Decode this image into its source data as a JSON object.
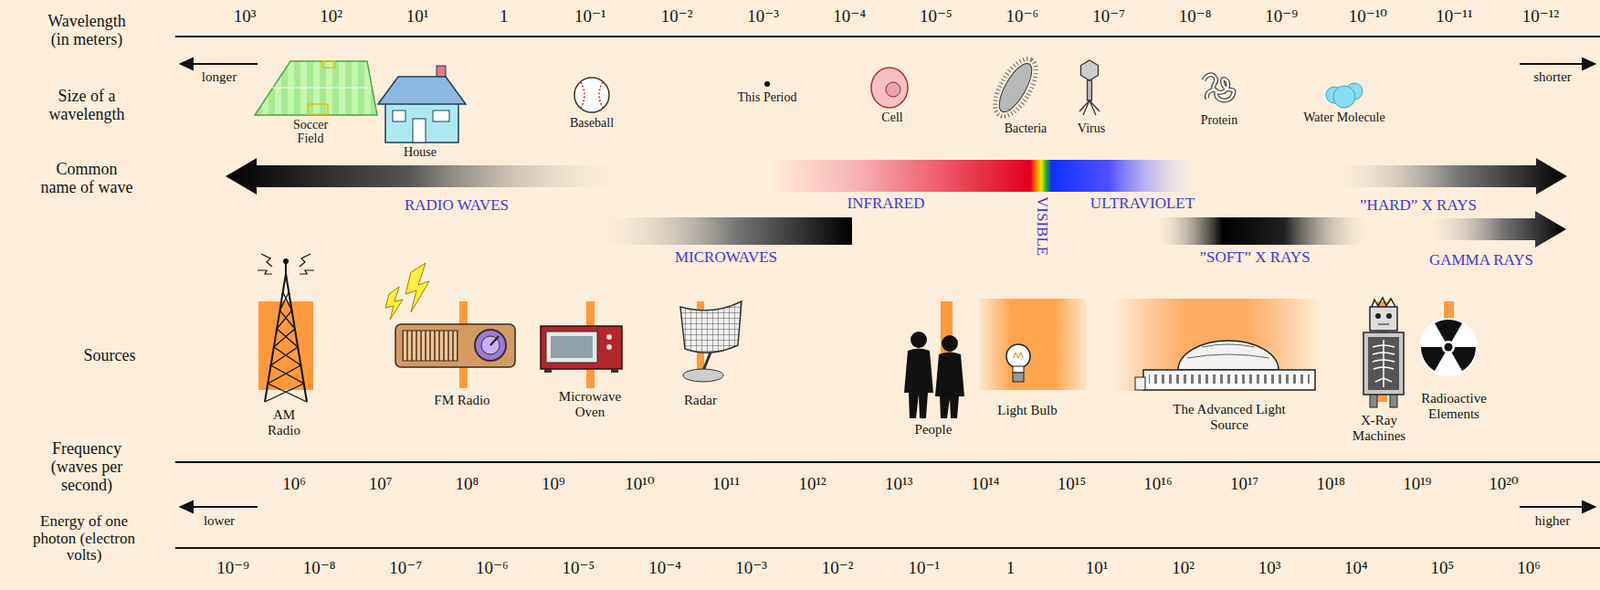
{
  "diagram": {
    "nodes": [
      {
        "text": [
          "RADIO WAVES"
        ]
      },
      {
        "text": [
          "INFRARED",
          "VISIBLE",
          "ULTRAVIOLET"
        ]
      },
      {
        "text": [
          "”HARD” X RAYS"
        ]
      },
      {
        "text": [
          "MICROWAVES"
        ]
      },
      {
        "text": [
          "”SOFT” X RAYS"
        ]
      },
      {
        "text": [
          "GAMMA RAYS"
        ]
      }
    ],
    "labels": [
      "Wavelength (in meters)",
      "10³",
      "10²",
      "10¹",
      "1",
      "10⁻¹",
      "10⁻²",
      "10⁻³",
      "10⁻⁴",
      "10⁻⁵",
      "10⁻⁶",
      "10⁻⁷",
      "10⁻⁸",
      "10⁻⁹",
      "10⁻¹⁰",
      "10⁻¹¹",
      "10⁻¹²",
      "longer",
      "shorter",
      "Size of a wavelength",
      "Soccer Field",
      "House",
      "Baseball",
      "This Period",
      "Cell",
      "Bacteria",
      "Virus",
      "Protein",
      "Water Molecule",
      "Common name of wave",
      "Sources",
      "AM Radio",
      "FM Radio",
      "Microwave Oven",
      "Radar",
      "People",
      "Light Bulb",
      "The Advanced Light Source",
      "X-Ray Machines",
      "Radioactive Elements",
      "Frequency (waves per second)",
      "10⁶",
      "10⁷",
      "10⁸",
      "10⁹",
      "10¹⁰",
      "10¹¹",
      "10¹²",
      "10¹³",
      "10¹⁴",
      "10¹⁵",
      "10¹⁶",
      "10¹⁷",
      "10¹⁸",
      "10¹⁹",
      "10²⁰",
      "Energy of one photon (electron volts)",
      "lower",
      "higher",
      "10⁻⁹",
      "10⁻⁸",
      "10⁻⁷",
      "10⁻⁶",
      "10⁻⁵",
      "10⁻⁴",
      "10⁻³",
      "10⁻²",
      "10⁻¹",
      "1",
      "10¹",
      "10²",
      "10³",
      "10⁴",
      "10⁵",
      "10⁶"
    ]
  }
}
